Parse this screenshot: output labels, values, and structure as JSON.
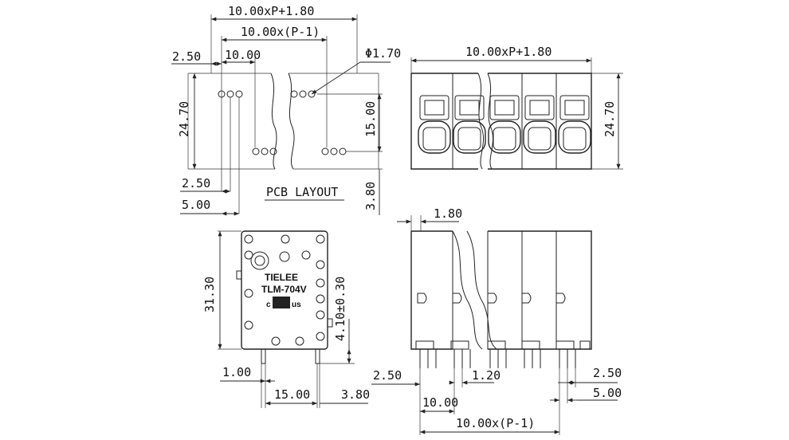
{
  "diagram": {
    "pcb_layout": {
      "title": "PCB LAYOUT",
      "dim_total_width": "10.00xP+1.80",
      "dim_pitch_span": "10.00x(P-1)",
      "dim_hole_diameter": "Φ1.70",
      "dim_left_offset": "2.50",
      "dim_pitch": "10.00",
      "dim_height": "24.70",
      "dim_row_spacing": "15.00",
      "dim_bottom_offset": "3.80",
      "dim_col_spacing_1": "2.50",
      "dim_col_spacing_2": "5.00"
    },
    "front_view": {
      "dim_width": "10.00xP+1.80",
      "dim_height": "24.70"
    },
    "side_view": {
      "brand": "TIELEE",
      "model": "TLM-704V",
      "cert_c": "c",
      "cert_us": "us",
      "dim_height": "31.30",
      "dim_pin_height": "4.10±0.30",
      "dim_pin_width": "1.00",
      "dim_pin_spacing": "15.00",
      "dim_pin_offset": "3.80"
    },
    "bottom_view": {
      "dim_top_offset": "1.80",
      "dim_left_offset": "2.50",
      "dim_pin_gap": "1.20",
      "dim_pitch": "10.00",
      "dim_pitch_span": "10.00x(P-1)",
      "dim_right_offset_1": "2.50",
      "dim_right_offset_2": "5.00"
    }
  }
}
